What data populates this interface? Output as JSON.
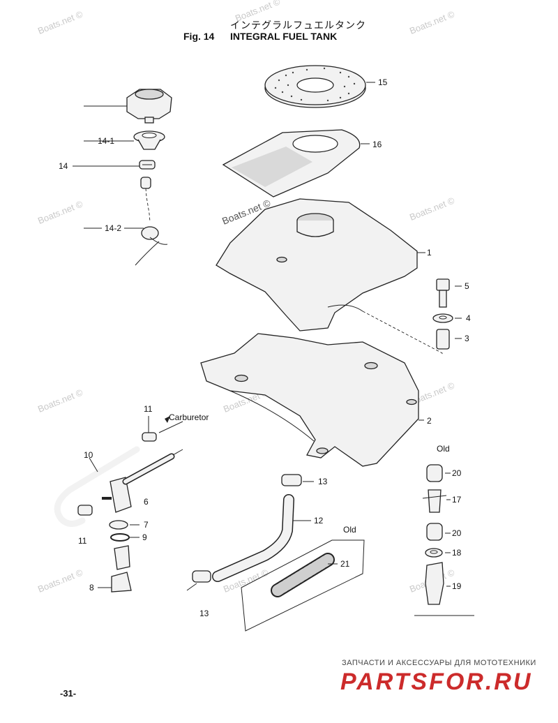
{
  "header": {
    "title_jp": "インテグラルフュエルタンク",
    "fig_number": "Fig. 14",
    "fig_title": "INTEGRAL FUEL TANK"
  },
  "watermark": {
    "text": "Boats.net ©"
  },
  "labels": {
    "p15": "15",
    "p16": "16",
    "p14_1": "14-1",
    "p14": "14",
    "p14_2": "14-2",
    "p1": "1",
    "p5": "5",
    "p4": "4",
    "p3": "3",
    "p2": "2",
    "p11a": "11",
    "carburetor": "Carburetor",
    "p10": "10",
    "p6": "6",
    "p7": "7",
    "p9": "9",
    "p11b": "11",
    "p8": "8",
    "p13a": "13",
    "p12": "12",
    "old_a": "Old",
    "p21": "21",
    "p13b": "13",
    "old_b": "Old",
    "p20a": "20",
    "p17": "17",
    "p20b": "20",
    "p18": "18",
    "p19": "19"
  },
  "footer": {
    "page_number": "-31-",
    "shop_caption": "ЗАПЧАСТИ И АКСЕССУАРЫ ДЛЯ МОТОТЕХНИКИ",
    "logo_text": "PARTSFOR.RU"
  },
  "colors": {
    "line": "#222222",
    "watermark": "#c9c9c9",
    "logo": "#cc2b2b"
  }
}
